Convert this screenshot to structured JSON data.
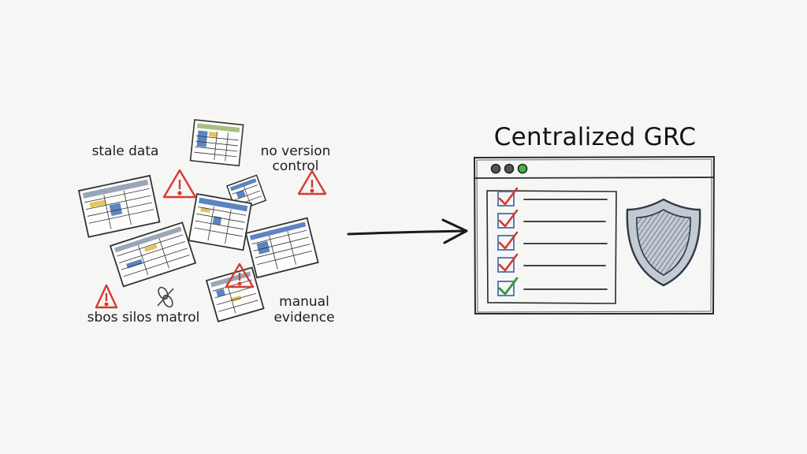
{
  "chaos": {
    "labels": {
      "stale_data": "stale data",
      "no_version_control_1": "no version",
      "no_version_control_2": "control",
      "silos": "sbos  silos matrol",
      "manual_evidence_1": "manual",
      "manual_evidence_2": "evidence"
    }
  },
  "grc": {
    "title": "Centralized GRC",
    "checklist_items": [
      {
        "state": "checked",
        "mark_color": "#d63a2f"
      },
      {
        "state": "checked",
        "mark_color": "#d63a2f"
      },
      {
        "state": "checked",
        "mark_color": "#d63a2f"
      },
      {
        "state": "checked",
        "mark_color": "#d63a2f"
      },
      {
        "state": "checked",
        "mark_color": "#2e9a3c"
      }
    ],
    "window_buttons": [
      "close",
      "minimize",
      "maximize"
    ],
    "window_button_accent": "#3fb54a"
  },
  "colors": {
    "warning": "#d63a2f",
    "ink": "#222222",
    "shield_fill": "#8a96a6"
  },
  "icons": [
    "warning-icon",
    "shield-icon",
    "checkbox-icon",
    "arrow-icon",
    "spreadsheet-icon"
  ]
}
